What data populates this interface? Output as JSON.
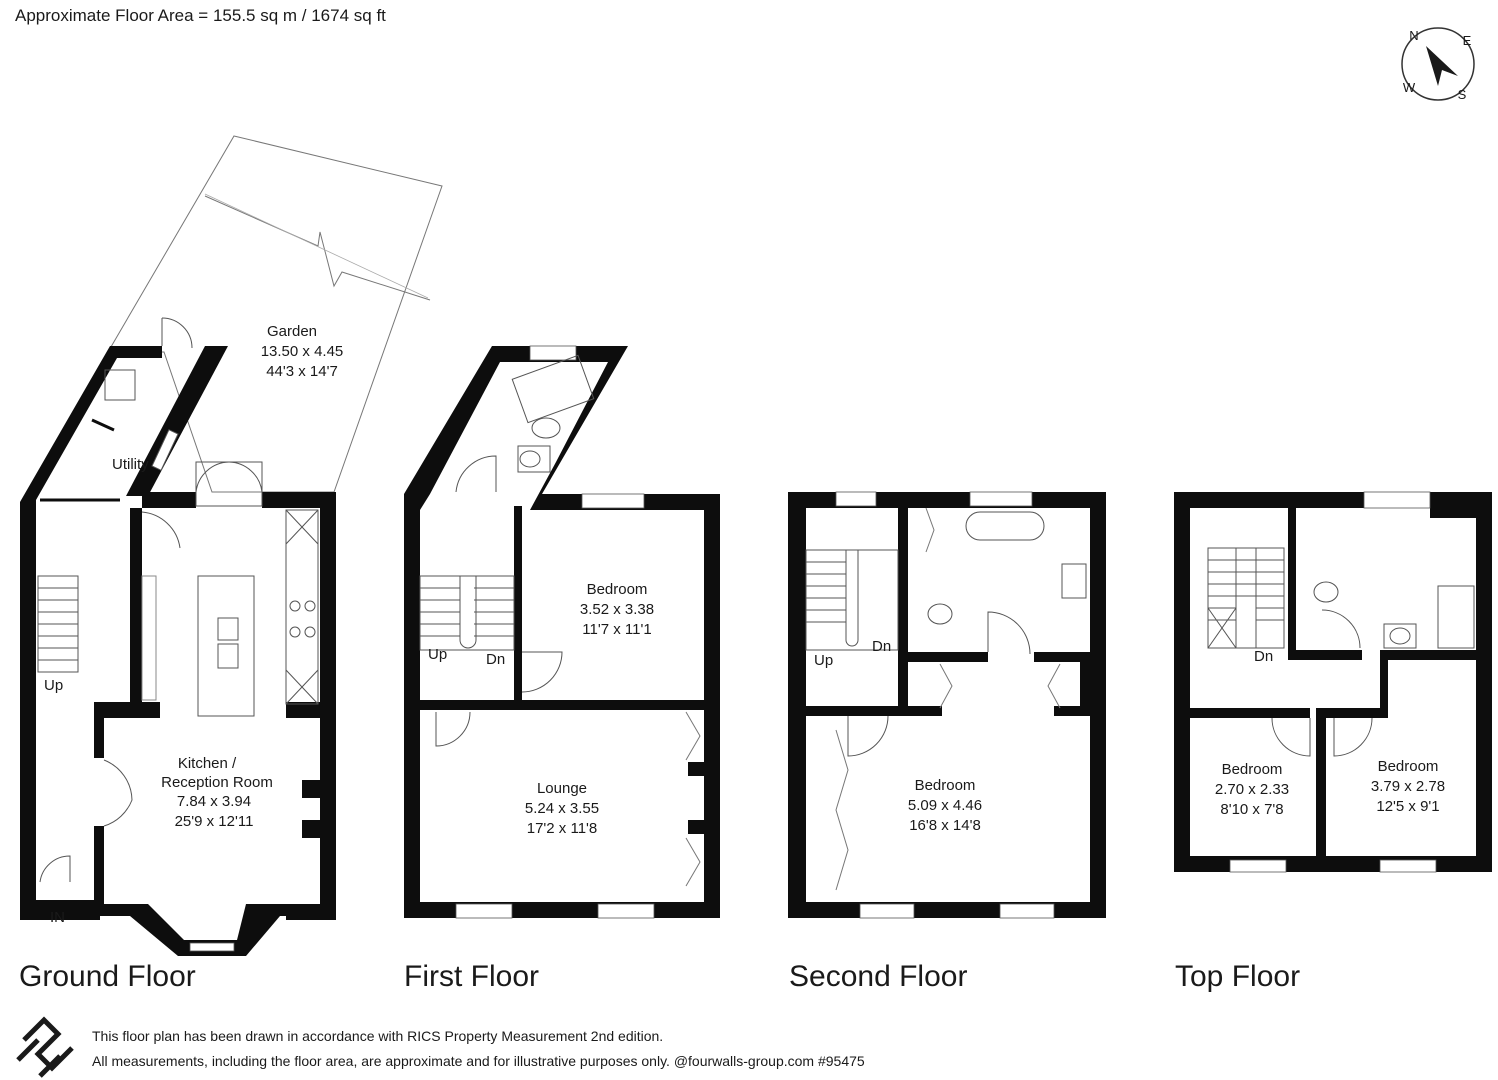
{
  "header": {
    "area_text": "Approximate Floor Area = 155.5 sq m / 1674 sq ft"
  },
  "compass": {
    "n": "N",
    "e": "E",
    "s": "S",
    "w": "W"
  },
  "ground_floor": {
    "title": "Ground Floor",
    "garden": {
      "name": "Garden",
      "metric": "13.50 x 4.45",
      "imperial": "44'3 x 14'7"
    },
    "utility": "Utility",
    "kitchen": {
      "name_line1": "Kitchen /",
      "name_line2": "Reception Room",
      "metric": "7.84 x 3.94",
      "imperial": "25'9 x 12'11"
    },
    "up": "Up",
    "entrance": "IN"
  },
  "first_floor": {
    "title": "First Floor",
    "bedroom": {
      "name": "Bedroom",
      "metric": "3.52 x 3.38",
      "imperial": "11'7 x 11'1"
    },
    "lounge": {
      "name": "Lounge",
      "metric": "5.24 x 3.55",
      "imperial": "17'2 x 11'8"
    },
    "up": "Up",
    "down": "Dn"
  },
  "second_floor": {
    "title": "Second Floor",
    "bedroom": {
      "name": "Bedroom",
      "metric": "5.09 x 4.46",
      "imperial": "16'8 x 14'8"
    },
    "up": "Up",
    "down": "Dn"
  },
  "top_floor": {
    "title": "Top Floor",
    "bedroom_left": {
      "name": "Bedroom",
      "metric": "2.70 x 2.33",
      "imperial": "8'10 x 7'8"
    },
    "bedroom_right": {
      "name": "Bedroom",
      "metric": "3.79 x 2.78",
      "imperial": "12'5 x 9'1"
    },
    "down": "Dn"
  },
  "footer": {
    "line1": "This floor plan has been drawn in accordance with RICS Property Measurement 2nd edition.",
    "line2": "All measurements, including the floor area, are approximate and for illustrative purposes only. @fourwalls-group.com #95475"
  },
  "colors": {
    "wall": "#0d0d0d",
    "line": "#555555",
    "text": "#1a1a1a"
  }
}
